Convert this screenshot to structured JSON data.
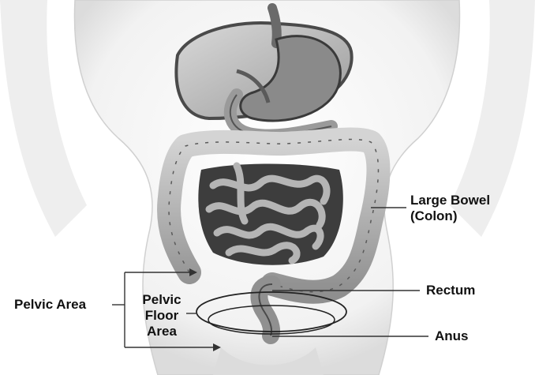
{
  "labels": {
    "large_bowel_line1": "Large Bowel",
    "large_bowel_line2": "(Colon)",
    "rectum": "Rectum",
    "anus": "Anus",
    "pelvic_area": "Pelvic Area",
    "pelvic_floor_line1": "Pelvic",
    "pelvic_floor_line2": "Floor",
    "pelvic_floor_line3": "Area"
  },
  "colors": {
    "text": "#111111",
    "leader_line": "#333333",
    "body_shade": "#e6e6e6",
    "organ_mid": "#a8a8a8",
    "organ_dark": "#4a4a4a"
  }
}
